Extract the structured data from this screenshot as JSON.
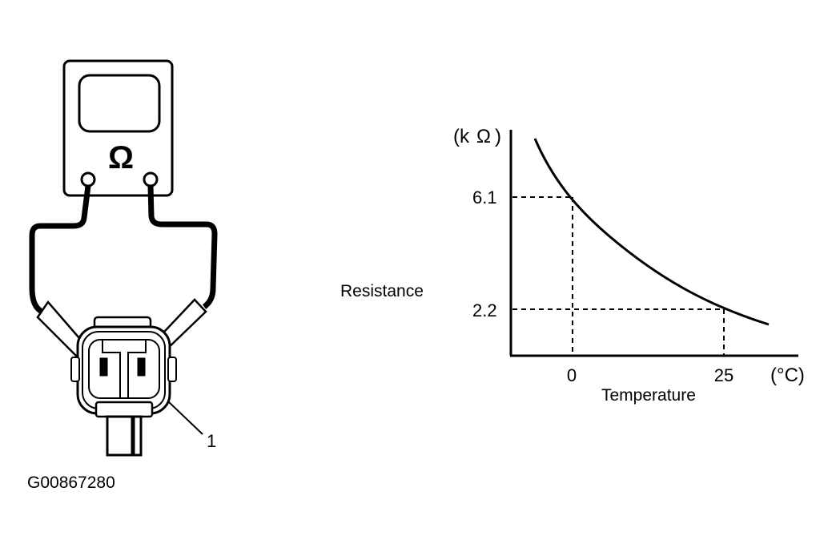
{
  "meter": {
    "symbol": "Ω"
  },
  "callout": {
    "number": "1"
  },
  "figure_id": "G00867280",
  "graph": {
    "y_unit_open": "(k",
    "y_unit_symbol": "Ω",
    "y_unit_close": ")",
    "y_ticks": [
      "6.1",
      "2.2"
    ],
    "x_ticks": [
      "0",
      "25"
    ],
    "x_unit": "(°C)",
    "y_label": "Resistance",
    "x_label": "Temperature",
    "points": [
      {
        "temperature": 0,
        "resistance": 6.1
      },
      {
        "temperature": 25,
        "resistance": 2.2
      }
    ]
  }
}
